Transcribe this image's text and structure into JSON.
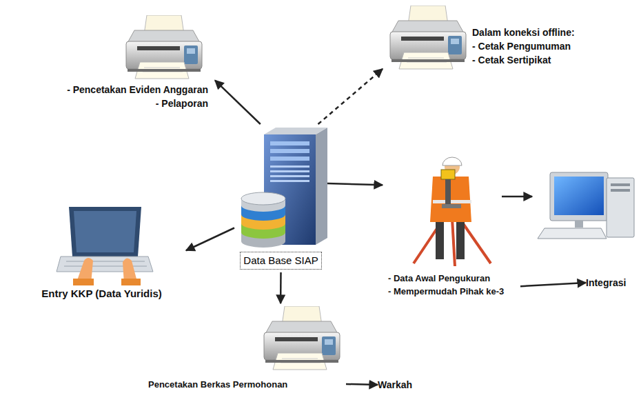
{
  "diagram": {
    "nodes": [
      {
        "text": [
          "- Pencetakan Eviden Anggaran",
          "- Pelaporan"
        ]
      },
      {
        "text": [
          "Dalam koneksi offline:",
          "- Cetak Pengumuman",
          "- Cetak Sertipikat"
        ]
      },
      {
        "text": [
          "Data Base SIAP"
        ]
      },
      {
        "text": [
          "Entry KKP (Data Yuridis)"
        ]
      },
      {
        "text": [
          "- Data Awal Pengukuran",
          "- Mempermudah Pihak ke-3"
        ]
      },
      {
        "text": [
          "Integrasi"
        ]
      },
      {
        "text": [
          "Pencetakan Berkas Permohonan"
        ]
      },
      {
        "text": [
          "Warkah"
        ]
      }
    ],
    "edges": [
      {
        "from": 2,
        "to": 0,
        "arrow": "to"
      },
      {
        "from": 2,
        "to": 1,
        "arrow": "to"
      },
      {
        "from": 2,
        "to": 4,
        "arrow": "to"
      },
      {
        "from": 2,
        "to": 3,
        "arrow": "to"
      },
      {
        "from": 2,
        "to": 6,
        "arrow": "to"
      },
      {
        "from": 4,
        "to": 5,
        "arrow": "to"
      },
      {
        "from": 6,
        "to": 7,
        "arrow": "to"
      }
    ]
  }
}
